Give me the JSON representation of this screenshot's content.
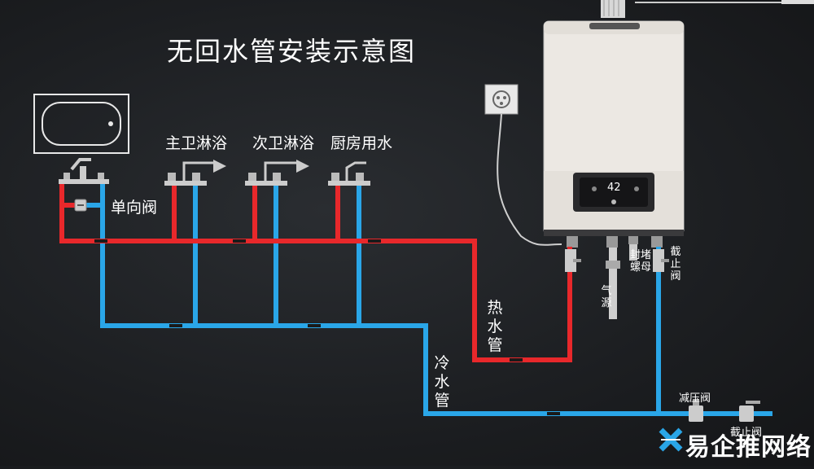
{
  "title": "无回水管安装示意图",
  "fixtures": {
    "master_shower": "主卫淋浴",
    "second_shower": "次卫淋浴",
    "kitchen_water": "厨房用水"
  },
  "labels": {
    "check_valve": "单向阀",
    "hot_water_pipe": "热水管",
    "cold_water_pipe": "冷水管",
    "gas": "气源",
    "sealing_nut": "封堵螺母",
    "stop_valve_top": "截止阀",
    "pressure_reducing_valve": "减压阀",
    "stop_valve_bottom": "截止阀"
  },
  "heater": {
    "display": "42"
  },
  "watermark": "易企推网络",
  "colors": {
    "hot": "#e8282b",
    "cold": "#2aa6e8",
    "background": "#1e2023"
  }
}
